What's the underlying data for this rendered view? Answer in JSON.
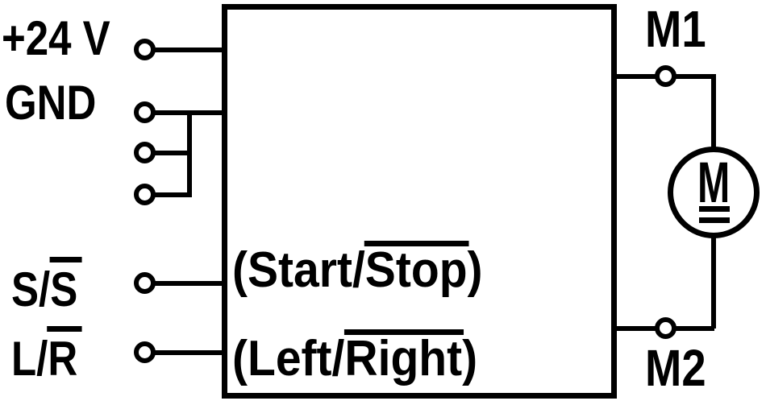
{
  "colors": {
    "line": "#000000",
    "background": "#ffffff"
  },
  "inputs": {
    "v24_label": "+24 V",
    "gnd_label": "GND",
    "start_plain": "S/",
    "start_over": "S",
    "dir_plain": "L/",
    "dir_over": "R"
  },
  "controller": {
    "start_stop": {
      "open": "(Start/",
      "over": "Stop",
      "close": ")"
    },
    "left_right": {
      "open": "(Left/",
      "over": "Right",
      "close": ")"
    }
  },
  "outputs": {
    "m1_label": "M1",
    "m2_label": "M2"
  },
  "motor": {
    "letter": "M"
  }
}
